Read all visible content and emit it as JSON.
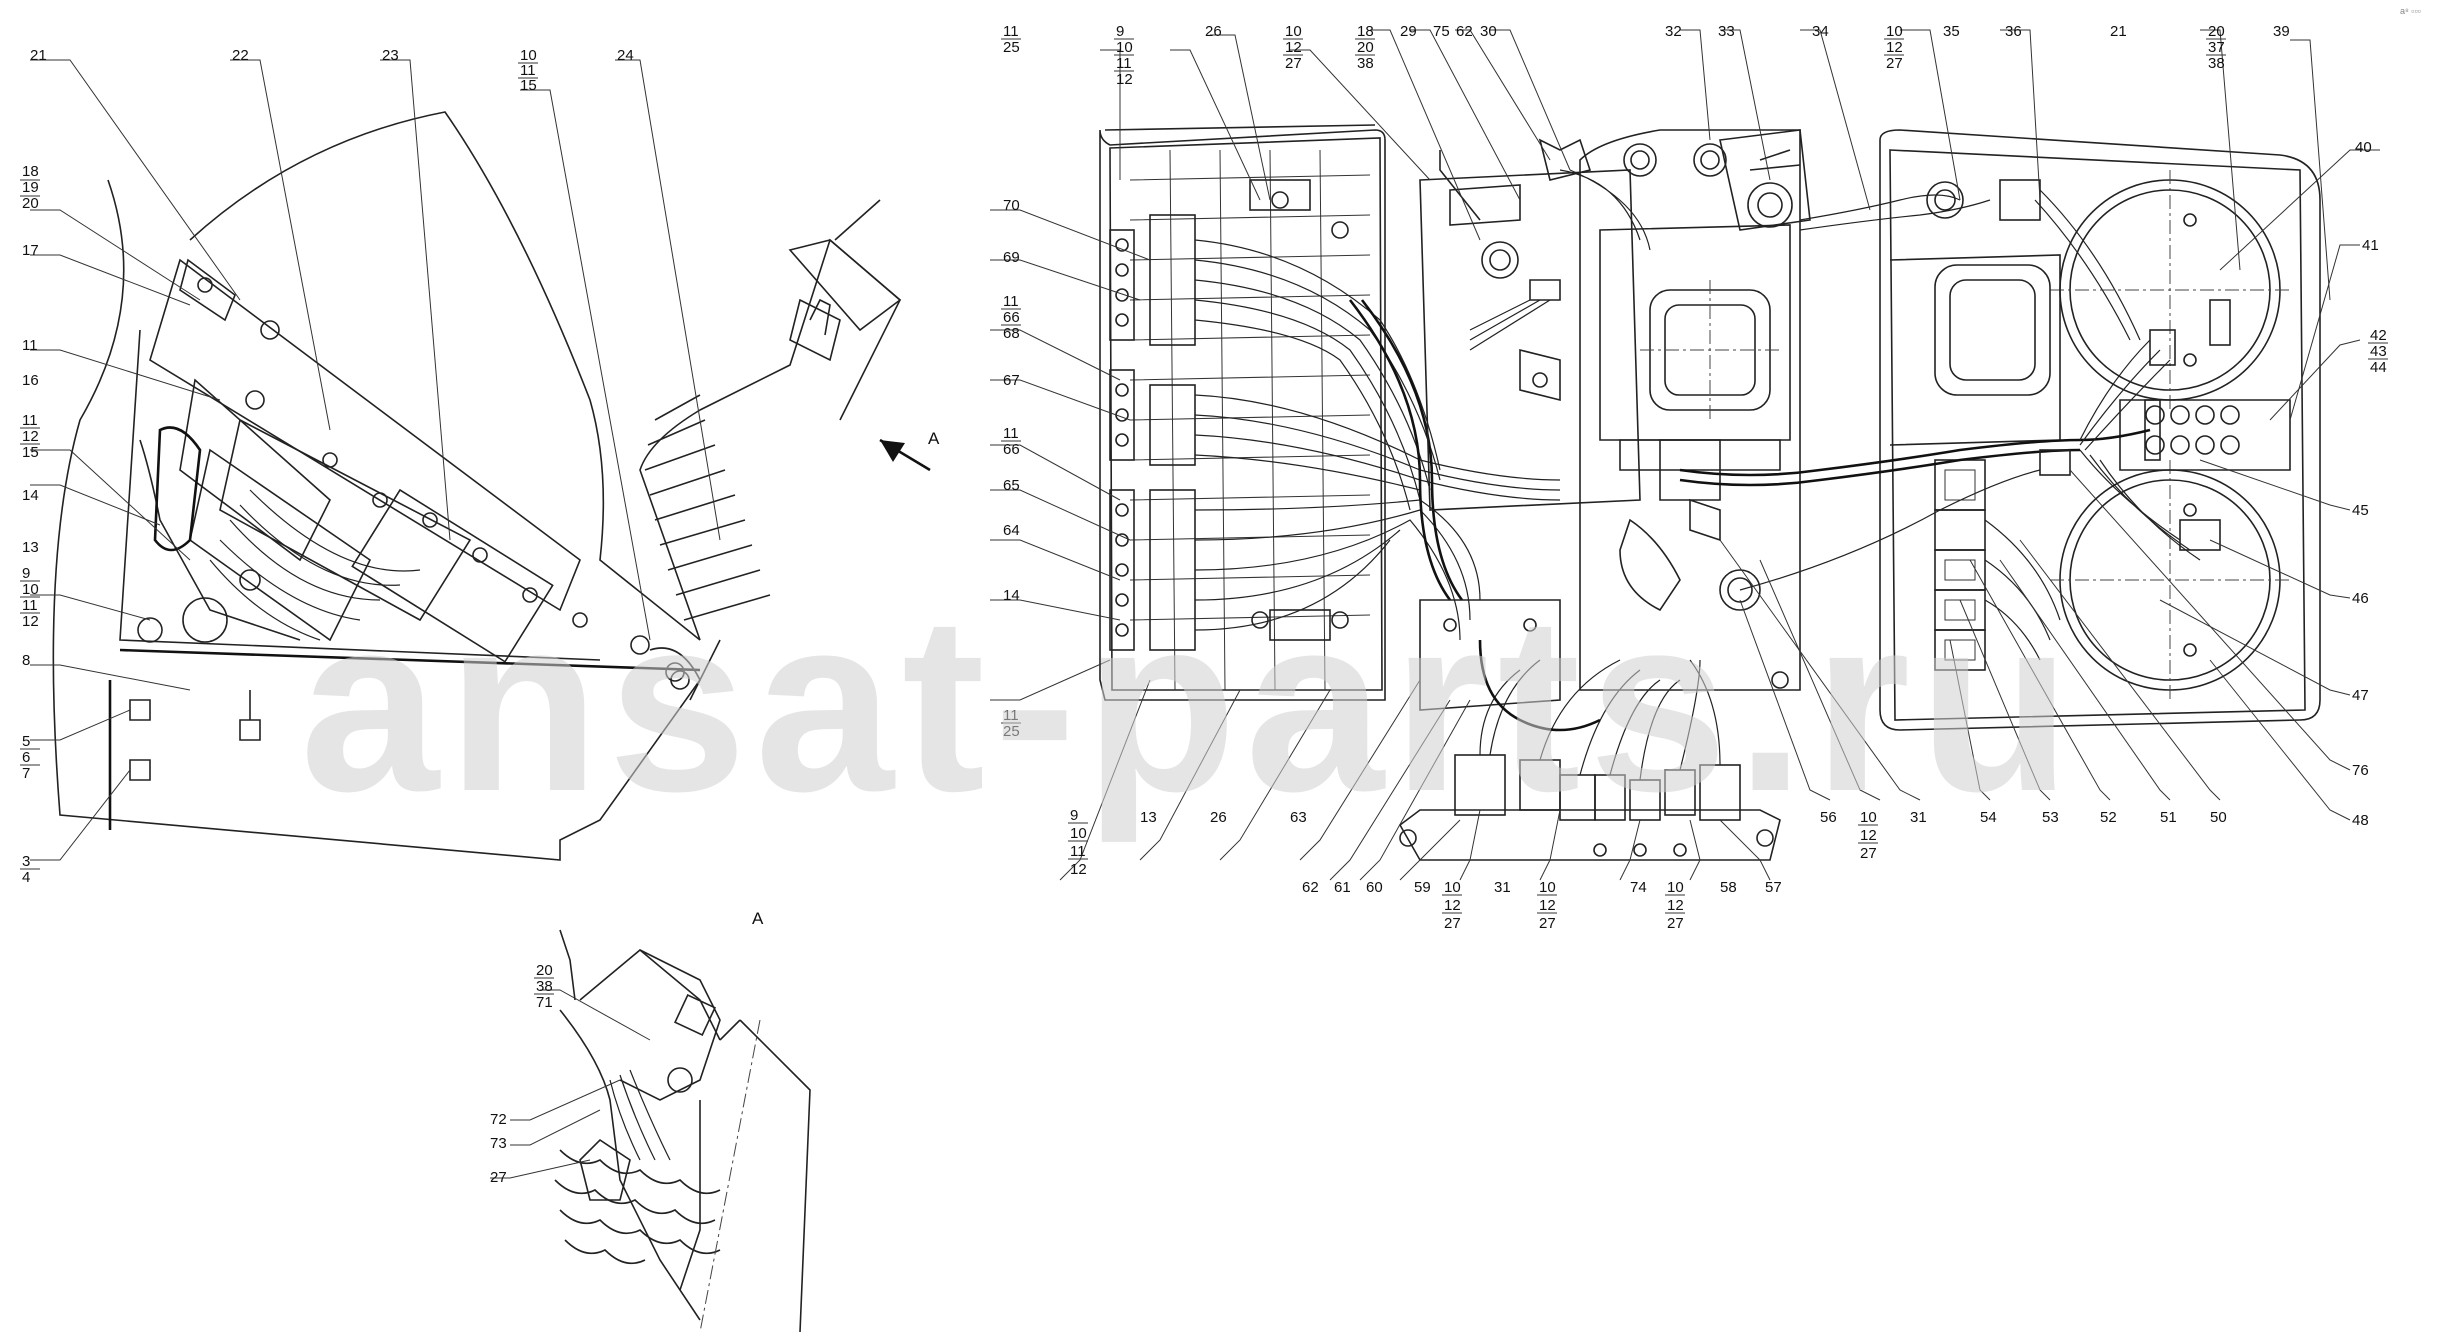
{
  "watermark": "ansat-parts.ru",
  "corner_mark": "a⁸ ▫▫▫",
  "view_label": "A",
  "callouts": {
    "left_top": [
      "21",
      "22",
      "23",
      "10",
      "11",
      "15",
      "24"
    ],
    "left_side": [
      "18",
      "19",
      "20",
      "17",
      "11",
      "16",
      "11",
      "12",
      "15",
      "14",
      "13",
      "9",
      "10",
      "11",
      "12",
      "8",
      "5",
      "6",
      "7",
      "3",
      "4"
    ],
    "top_row": [
      "11",
      "25",
      "9",
      "10",
      "11",
      "12",
      "26",
      "10",
      "12",
      "27",
      "18",
      "20",
      "38",
      "29",
      "75",
      "62",
      "30",
      "32",
      "33",
      "34",
      "10",
      "12",
      "27",
      "35",
      "36",
      "21",
      "20",
      "37",
      "38",
      "39",
      "40"
    ],
    "left_panel": [
      "70",
      "69",
      "11",
      "66",
      "68",
      "67",
      "11",
      "66",
      "65",
      "64",
      "14",
      "11",
      "25"
    ],
    "bottom_row": [
      "9",
      "10",
      "11",
      "12",
      "13",
      "26",
      "63",
      "62",
      "61",
      "60",
      "59",
      "10",
      "12",
      "27",
      "31",
      "10",
      "12",
      "27",
      "74",
      "10",
      "12",
      "27",
      "58",
      "57",
      "56",
      "10",
      "12",
      "27",
      "31",
      "54",
      "53",
      "52",
      "51",
      "50",
      "48",
      "76",
      "47",
      "46",
      "45",
      "41",
      "42",
      "43",
      "44"
    ],
    "detail_a": [
      "20",
      "38",
      "71",
      "72",
      "73",
      "27"
    ]
  }
}
